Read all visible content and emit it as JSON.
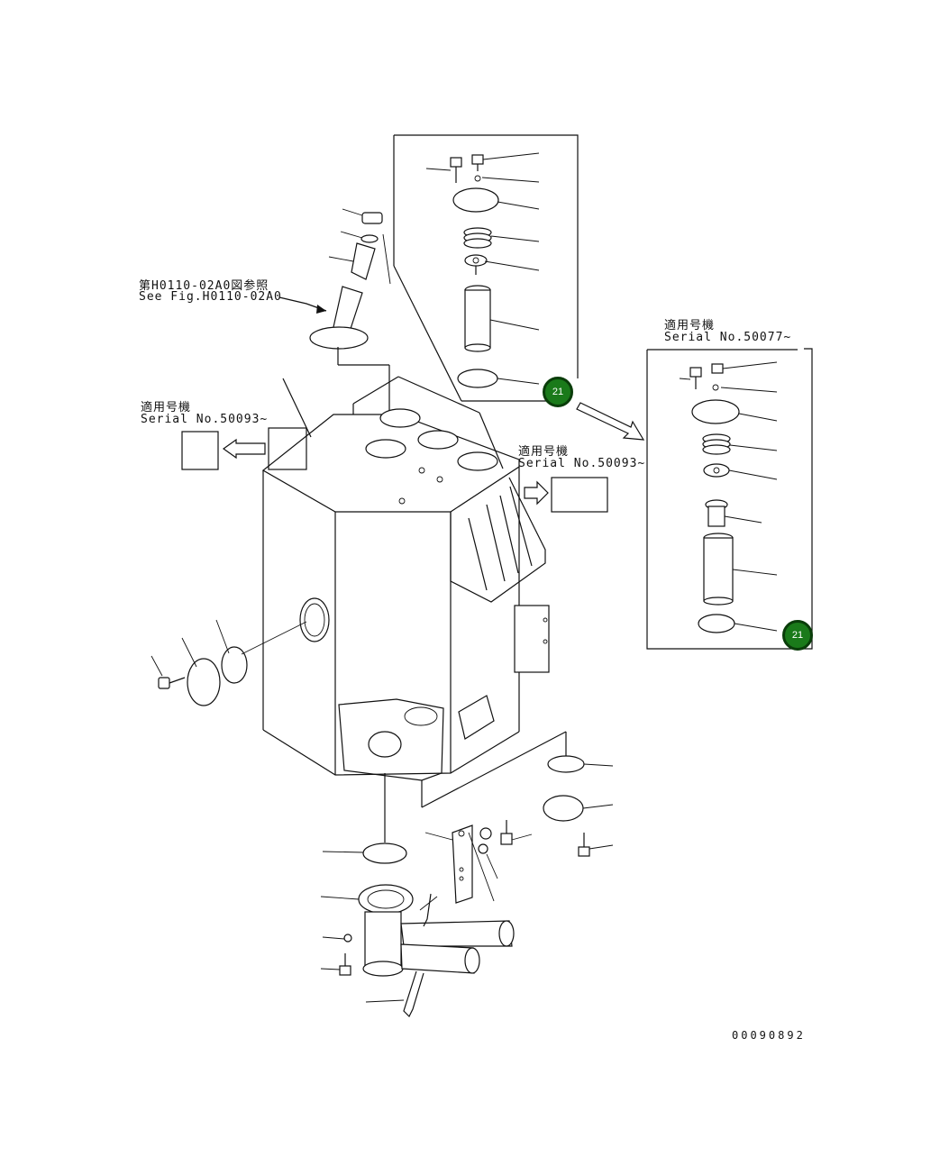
{
  "annotations": {
    "ref_fig_jp": "第H0110-02A0図参照",
    "ref_fig_en": "See Fig.H0110-02A0",
    "serial_left_jp": "適用号機",
    "serial_left_en": "Serial No.50093~",
    "serial_mid_jp": "適用号機",
    "serial_mid_en": "Serial No.50093~",
    "serial_right_jp": "適用号機",
    "serial_right_en": "Serial No.50077~",
    "drawing_number": "00090892"
  },
  "callouts": [
    {
      "label": "21",
      "color": "#1a7a1a"
    },
    {
      "label": "21",
      "color": "#1a7a1a"
    }
  ]
}
